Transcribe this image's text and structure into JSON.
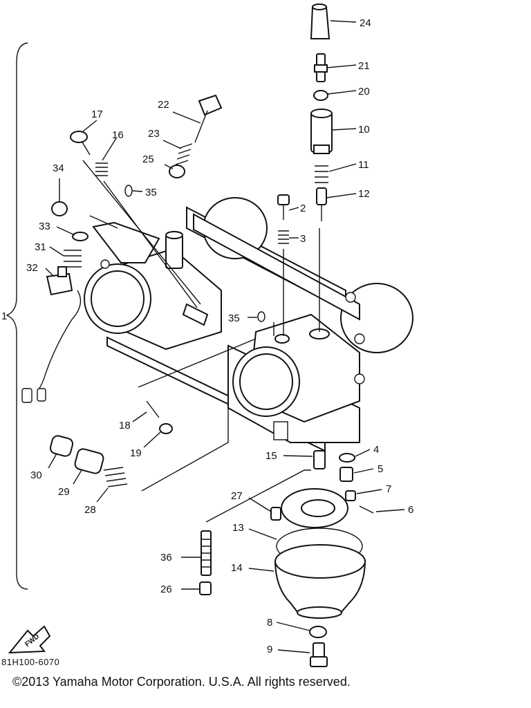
{
  "diagram": {
    "part_code": "81H100-6070",
    "copyright": "©2013 Yamaha Motor Corporation. U.S.A. All rights reserved.",
    "fwd_label": "FWD",
    "callouts": [
      "1",
      "2",
      "3",
      "4",
      "5",
      "6",
      "7",
      "8",
      "9",
      "10",
      "11",
      "12",
      "13",
      "14",
      "15",
      "16",
      "17",
      "18",
      "19",
      "20",
      "21",
      "22",
      "23",
      "24",
      "25",
      "26",
      "27",
      "28",
      "29",
      "30",
      "31",
      "32",
      "33",
      "34",
      "35",
      "35",
      "36"
    ]
  }
}
